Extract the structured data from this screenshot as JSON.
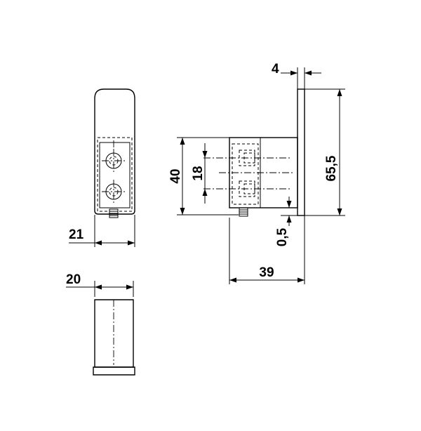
{
  "dimensions": {
    "top_view_width": "21",
    "bottom_view_width": "20",
    "plate_thickness": "4",
    "total_height": "65,5",
    "body_height": "40",
    "hole_spacing": "18",
    "offset": "0,5",
    "depth": "39"
  },
  "colors": {
    "line": "#000000",
    "background": "#ffffff"
  }
}
